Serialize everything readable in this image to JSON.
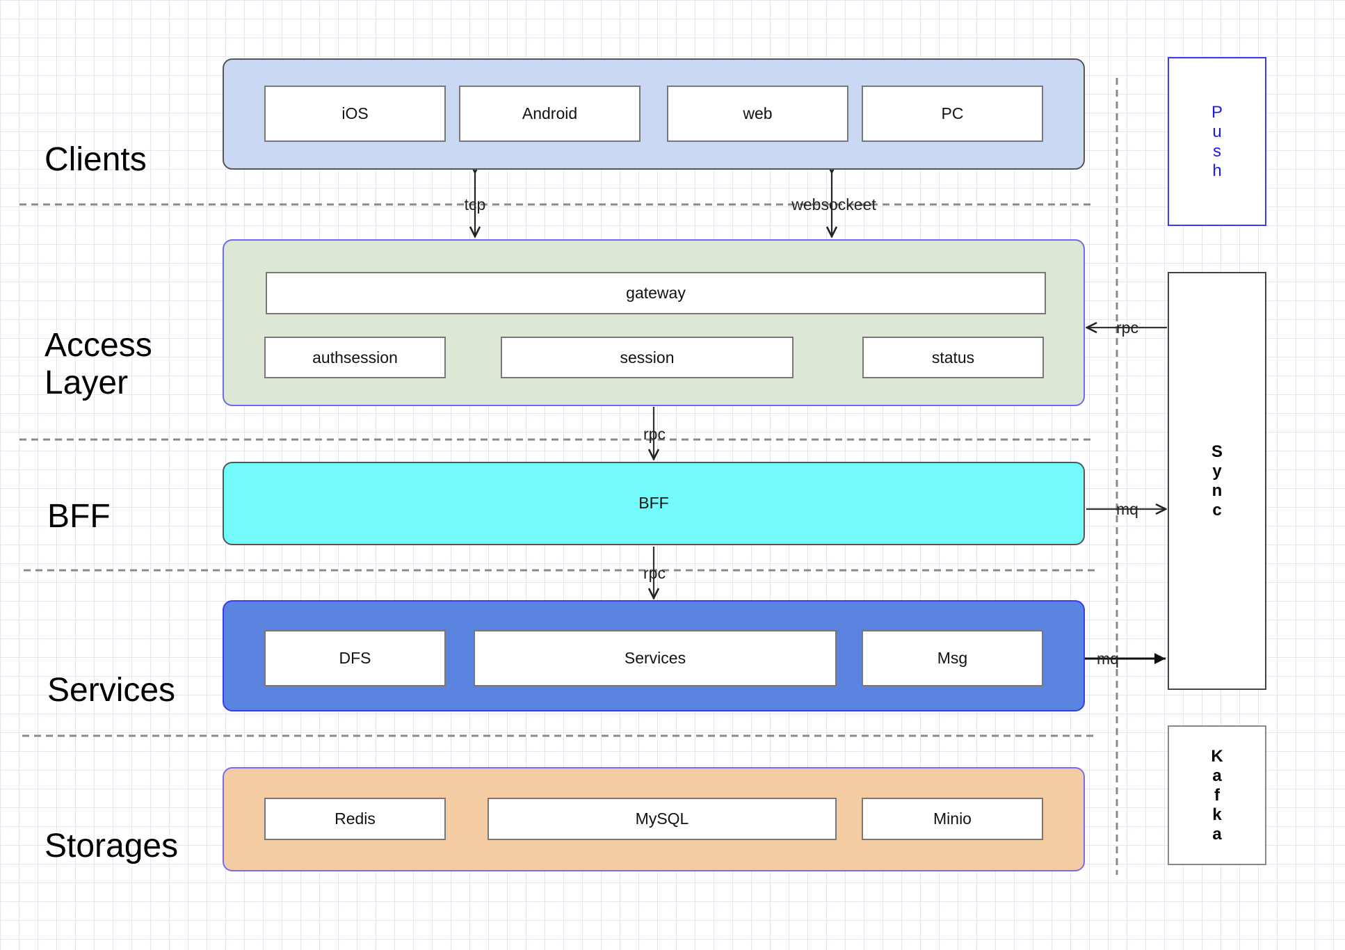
{
  "layers": {
    "clients": "Clients",
    "access_line1": "Access",
    "access_line2": "Layer",
    "bff": "BFF",
    "services": "Services",
    "storages": "Storages"
  },
  "clients": {
    "ios": "iOS",
    "android": "Android",
    "web": "web",
    "pc": "PC"
  },
  "access": {
    "gateway": "gateway",
    "authsession": "authsession",
    "session": "session",
    "status": "status"
  },
  "bff": {
    "label": "BFF"
  },
  "services": {
    "dfs": "DFS",
    "services": "Services",
    "msg": "Msg"
  },
  "storages": {
    "redis": "Redis",
    "mysql": "MySQL",
    "minio": "Minio"
  },
  "connectors": {
    "tcp": "tcp",
    "websocket": "websockeet",
    "rpc_access_bff": "rpc",
    "rpc_bff_services": "rpc",
    "rpc_sync_access": "rpc",
    "mq_bff_sync": "mq",
    "mq_msg_sync": "mq"
  },
  "side": {
    "push": [
      "P",
      "u",
      "s",
      "h"
    ],
    "sync": [
      "S",
      "y",
      "n",
      "c"
    ],
    "kafka": [
      "K",
      "a",
      "f",
      "k",
      "a"
    ]
  },
  "colors": {
    "clients_fill": "#cbd8f3",
    "access_fill": "#dce7d5",
    "bff_fill": "#73fbfb",
    "services_fill": "#5b84e0",
    "storages_fill": "#f3cca3",
    "push_text": "#1a1aee"
  }
}
